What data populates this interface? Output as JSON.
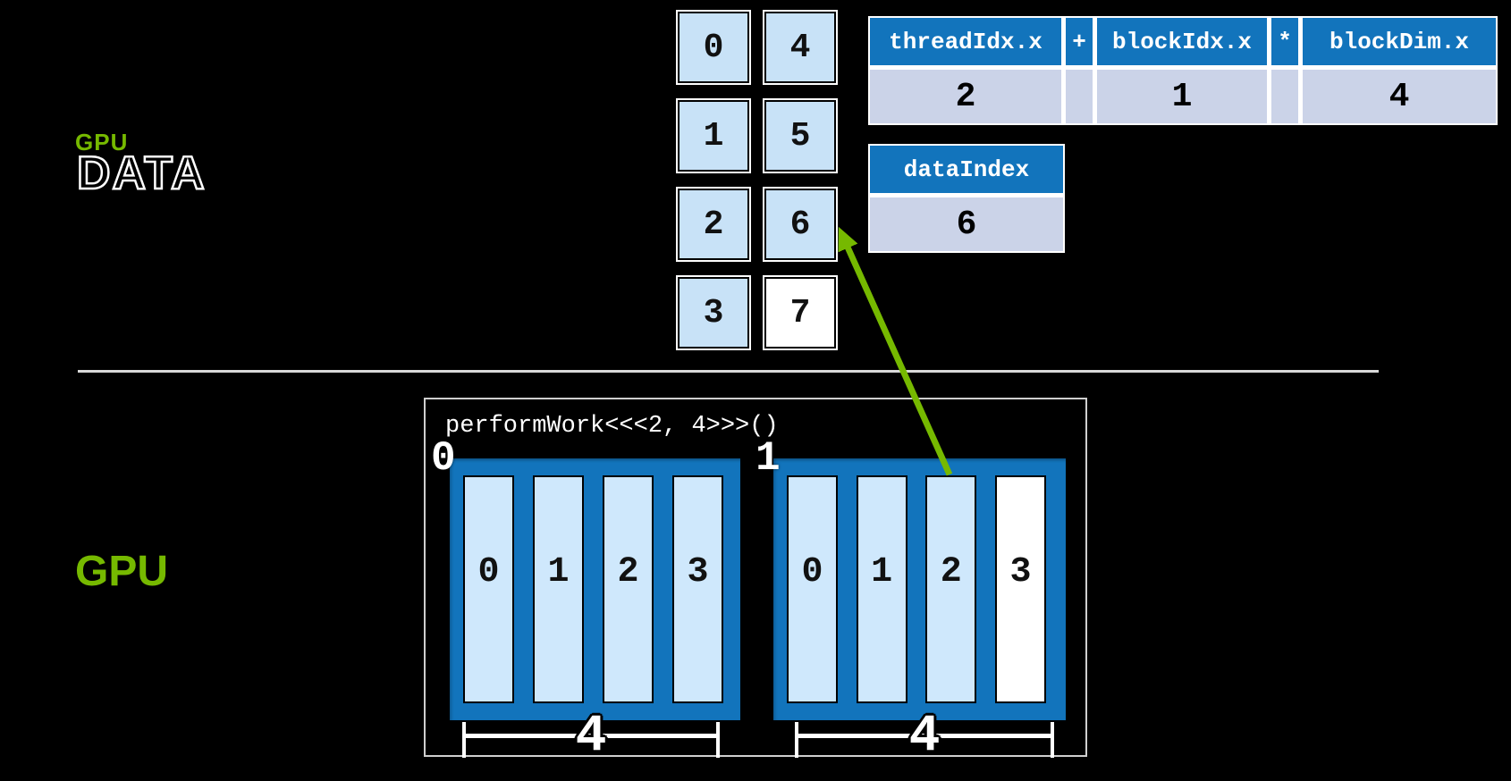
{
  "logo": {
    "gpu": "GPU",
    "data": "DATA"
  },
  "gpu_section": {
    "label": "GPU"
  },
  "data_grid": {
    "col1": [
      "0",
      "1",
      "2",
      "3"
    ],
    "col2": [
      "4",
      "5",
      "6",
      "7"
    ],
    "white_cell_value": "7"
  },
  "formula_table": {
    "headers": [
      "threadIdx.x",
      "+",
      "blockIdx.x",
      "*",
      "blockDim.x"
    ],
    "values": [
      "2",
      "1",
      "4"
    ]
  },
  "data_index": {
    "header": "dataIndex",
    "value": "6"
  },
  "kernel_call": "performWork<<<2, 4>>>()",
  "blocks": [
    {
      "label": "0",
      "threads": [
        "0",
        "1",
        "2",
        "3"
      ],
      "size_label": "4"
    },
    {
      "label": "1",
      "threads": [
        "0",
        "1",
        "2",
        "3"
      ],
      "size_label": "4",
      "white_thread_index": 3
    }
  ],
  "arrow": {
    "from": "gpu-block-1-thread-2",
    "to": "data-cell-6",
    "color": "#76b900"
  },
  "colors": {
    "background": "#000000",
    "nvidia_green": "#76b900",
    "nvidia_blue": "#1274bc",
    "cell_light_blue": "#c8e2f7",
    "thread_light_blue": "#cfe8fc",
    "value_lavender": "#cbd3e8",
    "divider_gray": "#d9d9d9",
    "white": "#ffffff"
  }
}
